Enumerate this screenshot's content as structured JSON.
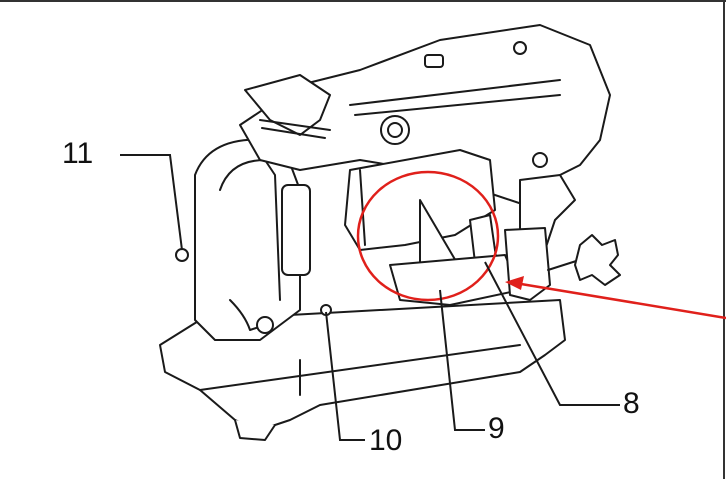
{
  "labels": {
    "l8": "8",
    "l9": "9",
    "l10": "10",
    "l11": "11"
  },
  "colors": {
    "ink": "#1a1a1a",
    "highlight": "#e0201b",
    "frame": "#333333"
  },
  "icons": {
    "illustration": "portable-band-saw-drawing"
  }
}
